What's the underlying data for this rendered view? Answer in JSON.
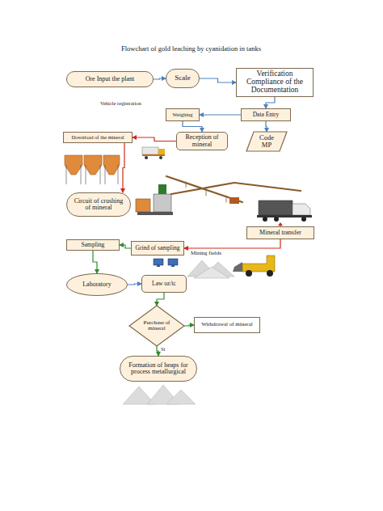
{
  "diagram": {
    "title": "Flowchart of gold leaching by cyanidation in tanks",
    "nodes": [
      {
        "text": [
          "Ore Input the plant"
        ]
      },
      {
        "text": [
          "Scale"
        ]
      },
      {
        "text": [
          "Verification Compliance of the Documentation"
        ]
      },
      {
        "text": [
          "Data Entry"
        ]
      },
      {
        "text": [
          "Weighing"
        ]
      },
      {
        "text": [
          "Reception of mineral"
        ]
      },
      {
        "text": [
          "Download of the mineral"
        ]
      },
      {
        "text": [
          "Code MP"
        ]
      },
      {
        "text": [
          "Circuit of crushing of mineral"
        ]
      },
      {
        "text": [
          "Mineral transfer"
        ]
      },
      {
        "text": [
          "Sampling"
        ]
      },
      {
        "text": [
          "Grind of sampling"
        ]
      },
      {
        "text": [
          "Laboratory"
        ]
      },
      {
        "text": [
          "Law oz/tc"
        ]
      },
      {
        "text": [
          "Purchase of mineral"
        ]
      },
      {
        "text": [
          "Withdrawal of mineral"
        ]
      },
      {
        "text": [
          "Formation of heaps for process metallurgical"
        ]
      }
    ],
    "edges": [
      {
        "from": 0,
        "to": 1,
        "arrow": "to"
      },
      {
        "from": 1,
        "to": 2,
        "arrow": "to"
      },
      {
        "from": 2,
        "to": 3,
        "arrow": "to"
      },
      {
        "from": 3,
        "to": 4,
        "arrow": "to"
      },
      {
        "from": 3,
        "to": 7,
        "arrow": "to"
      },
      {
        "from": 4,
        "to": 5,
        "arrow": "to"
      },
      {
        "from": 5,
        "to": 6,
        "arrow": "to"
      },
      {
        "from": 6,
        "to": 8,
        "arrow": "to"
      },
      {
        "from": 9,
        "to": 11,
        "arrow": "to"
      },
      {
        "from": 11,
        "to": 10,
        "arrow": "to"
      },
      {
        "from": 10,
        "to": 12,
        "arrow": "to"
      },
      {
        "from": 12,
        "to": 13,
        "arrow": "to"
      },
      {
        "from": 13,
        "to": 14,
        "arrow": "to"
      },
      {
        "from": 14,
        "to": 15,
        "arrow": "to"
      },
      {
        "from": 14,
        "to": 16,
        "label": "Si",
        "arrow": "to"
      }
    ],
    "labels": [
      "Vehicle registration",
      "Mining fields"
    ]
  }
}
